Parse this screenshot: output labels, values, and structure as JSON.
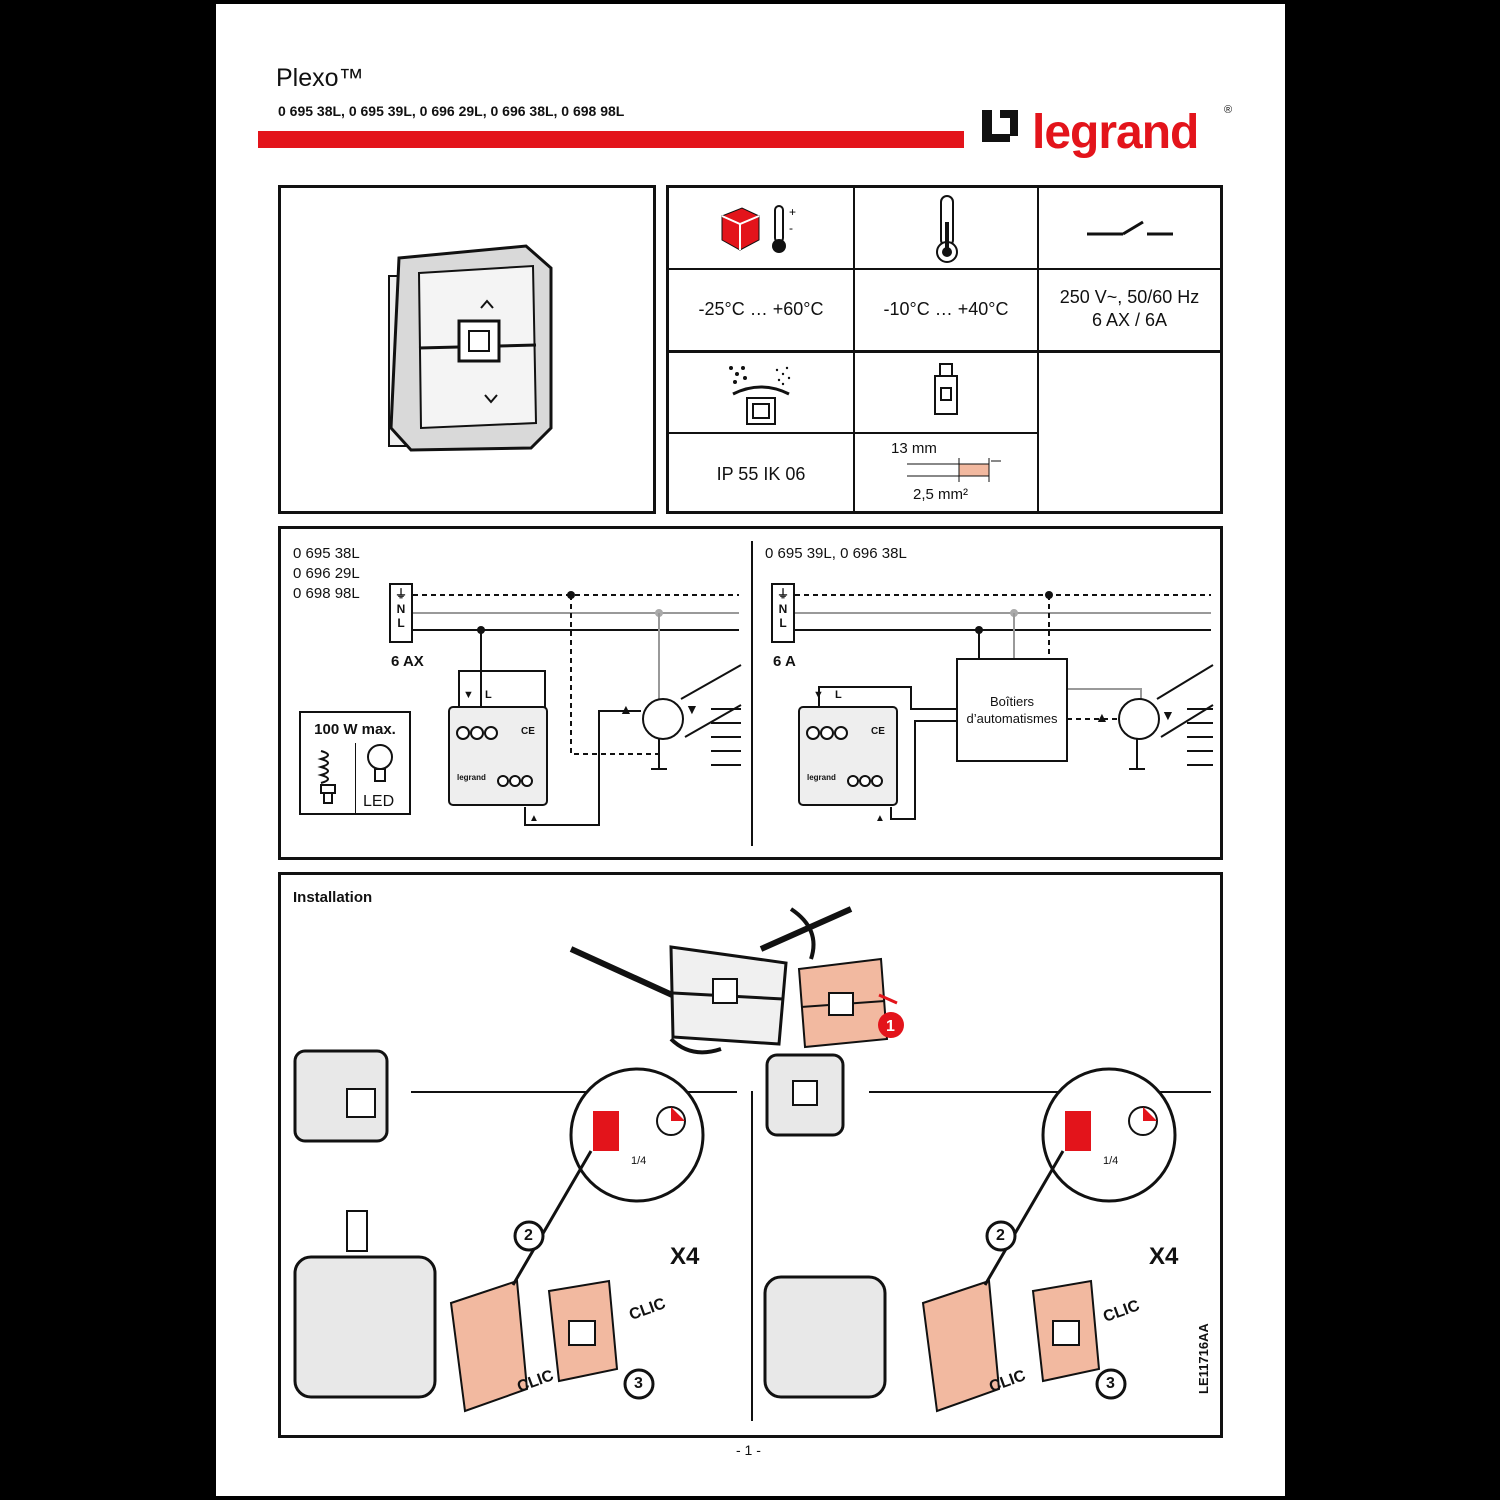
{
  "header": {
    "title": "Plexo™",
    "references": "0 695 38L, 0 695 39L, 0 696 29L, 0 696 38L, 0 698 98L",
    "brand": "legrand",
    "brand_mark": "®",
    "accent_color": "#e3141b"
  },
  "specs": {
    "storage_temp": "-25°C … +60°C",
    "operating_temp": "-10°C … +40°C",
    "rating_line1": "250 V~, 50/60 Hz",
    "rating_line2": "6 AX / 6A",
    "protection": "IP 55 IK 06",
    "strip_length": "13 mm",
    "wire_section": "2,5 mm²",
    "icons": [
      "storage-box-icon",
      "thermometer-plus-minus-icon",
      "thermometer-icon",
      "switch-symbol-icon",
      "water-dust-protection-icon",
      "terminal-screw-icon",
      "wire-strip-icon"
    ]
  },
  "wiring": {
    "left_refs": [
      "0 695 38L",
      "0 696 29L",
      "0 698 98L"
    ],
    "right_refs": "0 695 39L, 0 696 38L",
    "earth_symbol": "⏚",
    "n_label": "N",
    "l_label": "L",
    "left_rating": "6 AX",
    "right_rating": "6 A",
    "load_max": "100 W max.",
    "led_label": "LED",
    "automation_box": "Boîtiers d’automatismes",
    "terminal_down": "▼",
    "terminal_l": "L",
    "arrow_up": "▲",
    "arrow_down": "▼",
    "device_brand": "legrand",
    "ce_mark": "CE"
  },
  "installation": {
    "heading": "Installation",
    "step1": "1",
    "step2": "2",
    "step3": "3",
    "quarter": "1/4",
    "times": "X4",
    "clic": "CLIC"
  },
  "footer": {
    "doc_code": "LE11716AA",
    "page": "- 1 -"
  }
}
